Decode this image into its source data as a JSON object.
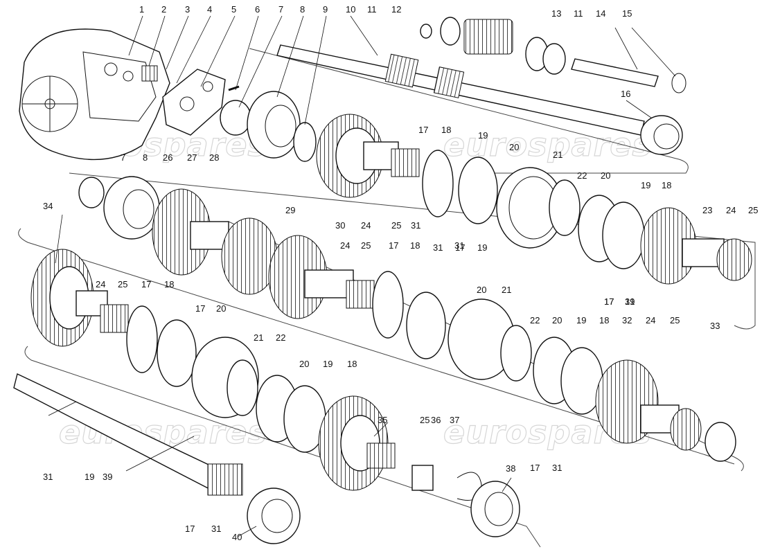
{
  "watermark": "eurospares",
  "callouts": [
    {
      "id": "c1",
      "text": "1"
    },
    {
      "id": "c2",
      "text": "2"
    },
    {
      "id": "c3",
      "text": "3"
    },
    {
      "id": "c4",
      "text": "4"
    },
    {
      "id": "c5",
      "text": "5"
    },
    {
      "id": "c6",
      "text": "6"
    },
    {
      "id": "c7a",
      "text": "7"
    },
    {
      "id": "c8a",
      "text": "8"
    },
    {
      "id": "c9",
      "text": "9"
    },
    {
      "id": "c10",
      "text": "10"
    },
    {
      "id": "c11a",
      "text": "11"
    },
    {
      "id": "c12",
      "text": "12"
    },
    {
      "id": "c13",
      "text": "13"
    },
    {
      "id": "c11b",
      "text": "11"
    },
    {
      "id": "c14",
      "text": "14"
    },
    {
      "id": "c15",
      "text": "15"
    },
    {
      "id": "c16",
      "text": "16"
    },
    {
      "id": "c17a",
      "text": "17"
    },
    {
      "id": "c18a",
      "text": "18"
    },
    {
      "id": "c19a",
      "text": "19"
    },
    {
      "id": "c20a",
      "text": "20"
    },
    {
      "id": "c21a",
      "text": "21"
    },
    {
      "id": "c22a",
      "text": "22"
    },
    {
      "id": "c20b",
      "text": "20"
    },
    {
      "id": "c19b",
      "text": "19"
    },
    {
      "id": "c18b",
      "text": "18"
    },
    {
      "id": "c23",
      "text": "23"
    },
    {
      "id": "c24a",
      "text": "24"
    },
    {
      "id": "c25a",
      "text": "25"
    },
    {
      "id": "c7b",
      "text": "7"
    },
    {
      "id": "c8b",
      "text": "8"
    },
    {
      "id": "c26",
      "text": "26"
    },
    {
      "id": "c27",
      "text": "27"
    },
    {
      "id": "c28",
      "text": "28"
    },
    {
      "id": "c29",
      "text": "29"
    },
    {
      "id": "c30",
      "text": "30"
    },
    {
      "id": "c24b",
      "text": "24"
    },
    {
      "id": "c25b",
      "text": "25"
    },
    {
      "id": "c31a",
      "text": "31"
    },
    {
      "id": "c17b",
      "text": "17"
    },
    {
      "id": "c31b",
      "text": "31"
    },
    {
      "id": "c34",
      "text": "34"
    },
    {
      "id": "c24c",
      "text": "24"
    },
    {
      "id": "c25c",
      "text": "25"
    },
    {
      "id": "c17c",
      "text": "17"
    },
    {
      "id": "c18c",
      "text": "18"
    },
    {
      "id": "c31c",
      "text": "31"
    },
    {
      "id": "c17d",
      "text": "17"
    },
    {
      "id": "c19c",
      "text": "19"
    },
    {
      "id": "c20c",
      "text": "20"
    },
    {
      "id": "c21b",
      "text": "21"
    },
    {
      "id": "c22b",
      "text": "22"
    },
    {
      "id": "c20d",
      "text": "20"
    },
    {
      "id": "c19d",
      "text": "19"
    },
    {
      "id": "c18d",
      "text": "18"
    },
    {
      "id": "c32",
      "text": "32"
    },
    {
      "id": "c24d",
      "text": "24"
    },
    {
      "id": "c25d",
      "text": "25"
    },
    {
      "id": "c33",
      "text": "33"
    },
    {
      "id": "c17e",
      "text": "17"
    },
    {
      "id": "c20e",
      "text": "20"
    },
    {
      "id": "c21c",
      "text": "21"
    },
    {
      "id": "c22c",
      "text": "22"
    },
    {
      "id": "c20f",
      "text": "20"
    },
    {
      "id": "c19e",
      "text": "19"
    },
    {
      "id": "c18e",
      "text": "18"
    },
    {
      "id": "c17f",
      "text": "17"
    },
    {
      "id": "c31d",
      "text": "31"
    },
    {
      "id": "c24e",
      "text": "24"
    },
    {
      "id": "c25e",
      "text": "25"
    },
    {
      "id": "c17g",
      "text": "17"
    },
    {
      "id": "c18f",
      "text": "18"
    },
    {
      "id": "c31e",
      "text": "31"
    },
    {
      "id": "c17h",
      "text": "17"
    },
    {
      "id": "c19f",
      "text": "19"
    },
    {
      "id": "c31f",
      "text": "31"
    },
    {
      "id": "c19g",
      "text": "19"
    },
    {
      "id": "c39",
      "text": "39"
    },
    {
      "id": "c35",
      "text": "35"
    },
    {
      "id": "c25f",
      "text": "25"
    },
    {
      "id": "c36",
      "text": "36"
    },
    {
      "id": "c37",
      "text": "37"
    },
    {
      "id": "c38",
      "text": "38"
    },
    {
      "id": "c17i",
      "text": "17"
    },
    {
      "id": "c31g",
      "text": "31"
    },
    {
      "id": "c40",
      "text": "40"
    }
  ]
}
